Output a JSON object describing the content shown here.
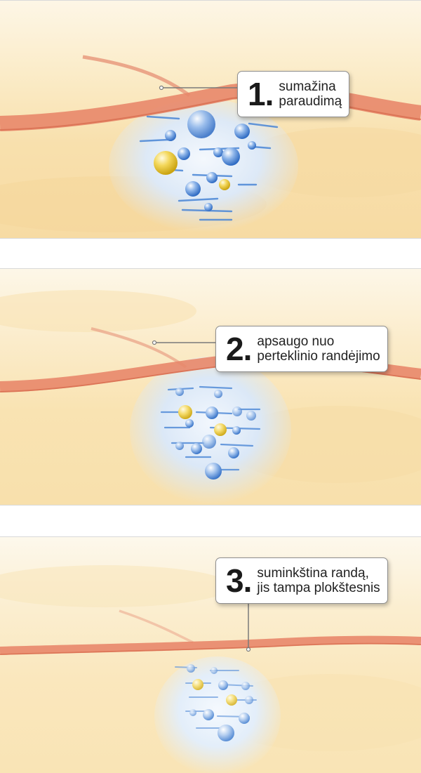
{
  "colors": {
    "skin_light": "#fbeed0",
    "skin_mid": "#f7dea6",
    "skin_band": "#f2cf8c",
    "vessel": "#e8876a",
    "vessel_dark": "#d56a4c",
    "gel": "#dbe9f8",
    "bubble_blue": "#3f7ccf",
    "bubble_yellow": "#e9c52a",
    "dash": "#4a86d6"
  },
  "steps": [
    {
      "number": "1.",
      "lines": [
        "sumažina",
        "paraudimą"
      ]
    },
    {
      "number": "2.",
      "lines": [
        "apsaugo nuo",
        "perteklinio randėjimo"
      ]
    },
    {
      "number": "3.",
      "lines": [
        "suminkština randą,",
        "jis tampa plokštesnis"
      ]
    }
  ]
}
